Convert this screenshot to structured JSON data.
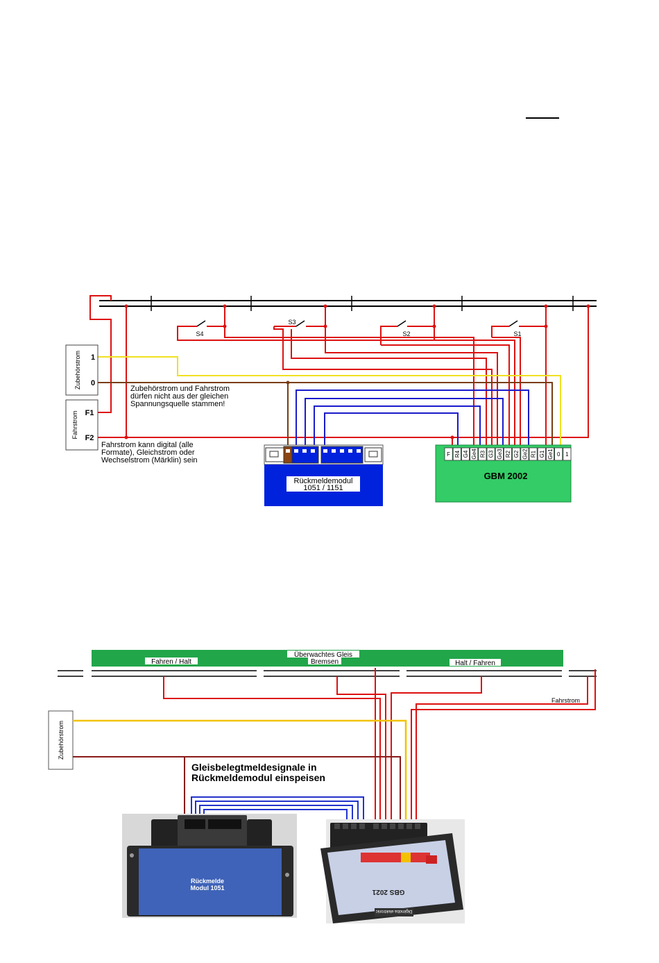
{
  "diagram1": {
    "power_boxes": {
      "accessory_label": "Zubehörstrom",
      "drive_label": "Fahrstrom",
      "terminal_1": "1",
      "terminal_0": "0",
      "terminal_f1": "F1",
      "terminal_f2": "F2"
    },
    "switches": [
      "S4",
      "S3",
      "S2",
      "S1"
    ],
    "note_accessory": [
      "Zubehörstrom und Fahrstrom",
      "dürfen nicht aus der gleichen",
      "Spannungsquelle stammen!"
    ],
    "note_drive": [
      "Fahrstrom kann digital (alle",
      "Formate), Gleichstrom oder",
      "Wechselstrom (Märklin) sein"
    ],
    "feedback_module": {
      "title_line1": "Rückmeldemodul",
      "title_line2": "1051 / 1151"
    },
    "gbm_module": {
      "title": "GBM 2002",
      "terminals": [
        "F",
        "R4",
        "G4",
        "Ge4",
        "R3",
        "G3",
        "Ge3",
        "R2",
        "G2",
        "Ge2",
        "R1",
        "G1",
        "Ge1",
        "0",
        "1"
      ]
    },
    "colors": {
      "red": "#dd1111",
      "blue": "#1a1acc",
      "yellow": "#f0e020",
      "brown": "#7a3d10",
      "gbm_green": "#33cc66",
      "module_blue": "#0022dd"
    }
  },
  "diagram2": {
    "track_title": "Überwachtes Gleis",
    "section_left": "Fahren / Halt",
    "section_middle": "Bremsen",
    "section_right": "Halt / Fahren",
    "drive_label": "Fahrstrom",
    "accessory_label": "Zubehörstrom",
    "signal_note_line1": "Gleisbelegtmeldesignale in",
    "signal_note_line2": "Rückmeldemodul einspeisen",
    "module_left_line1": "Rückmelde",
    "module_left_line2": "Modul 1051",
    "module_right_label": "GBS 2021",
    "module_right_brand": "Digimoba elektronic",
    "colors": {
      "track_green": "#22a64a",
      "red": "#dd1111",
      "dark_red": "#8a1a1a",
      "blue": "#2233cc",
      "yellow": "#f2c200"
    }
  }
}
